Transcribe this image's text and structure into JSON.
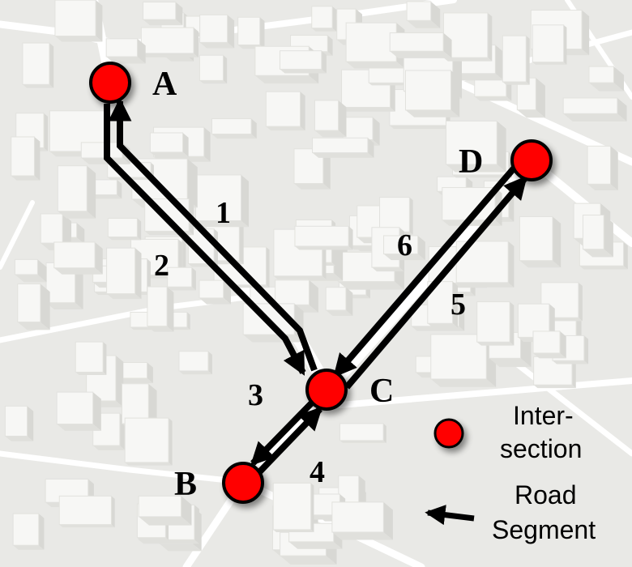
{
  "map": {
    "nodes": [
      {
        "id": "A",
        "label": "A",
        "color": "#ff0000"
      },
      {
        "id": "B",
        "label": "B",
        "color": "#ff0000"
      },
      {
        "id": "C",
        "label": "C",
        "color": "#ff0000"
      },
      {
        "id": "D",
        "label": "D",
        "color": "#ff0000"
      }
    ],
    "segments": [
      {
        "label": "1",
        "from": "C",
        "to": "A"
      },
      {
        "label": "2",
        "from": "A",
        "to": "C"
      },
      {
        "label": "3",
        "from": "C",
        "to": "B"
      },
      {
        "label": "4",
        "from": "B",
        "to": "C"
      },
      {
        "label": "5",
        "from": "C",
        "to": "D"
      },
      {
        "label": "6",
        "from": "D",
        "to": "C"
      }
    ]
  },
  "legend": {
    "intersection_line1": "Inter-",
    "intersection_line2": "section",
    "road_line1": "Road",
    "road_line2": "Segment",
    "node_color": "#ff0000"
  },
  "colors": {
    "background": "#e9e9e6",
    "road": "#ffffff",
    "arrow": "#000000",
    "building": "#f7f7f5"
  }
}
